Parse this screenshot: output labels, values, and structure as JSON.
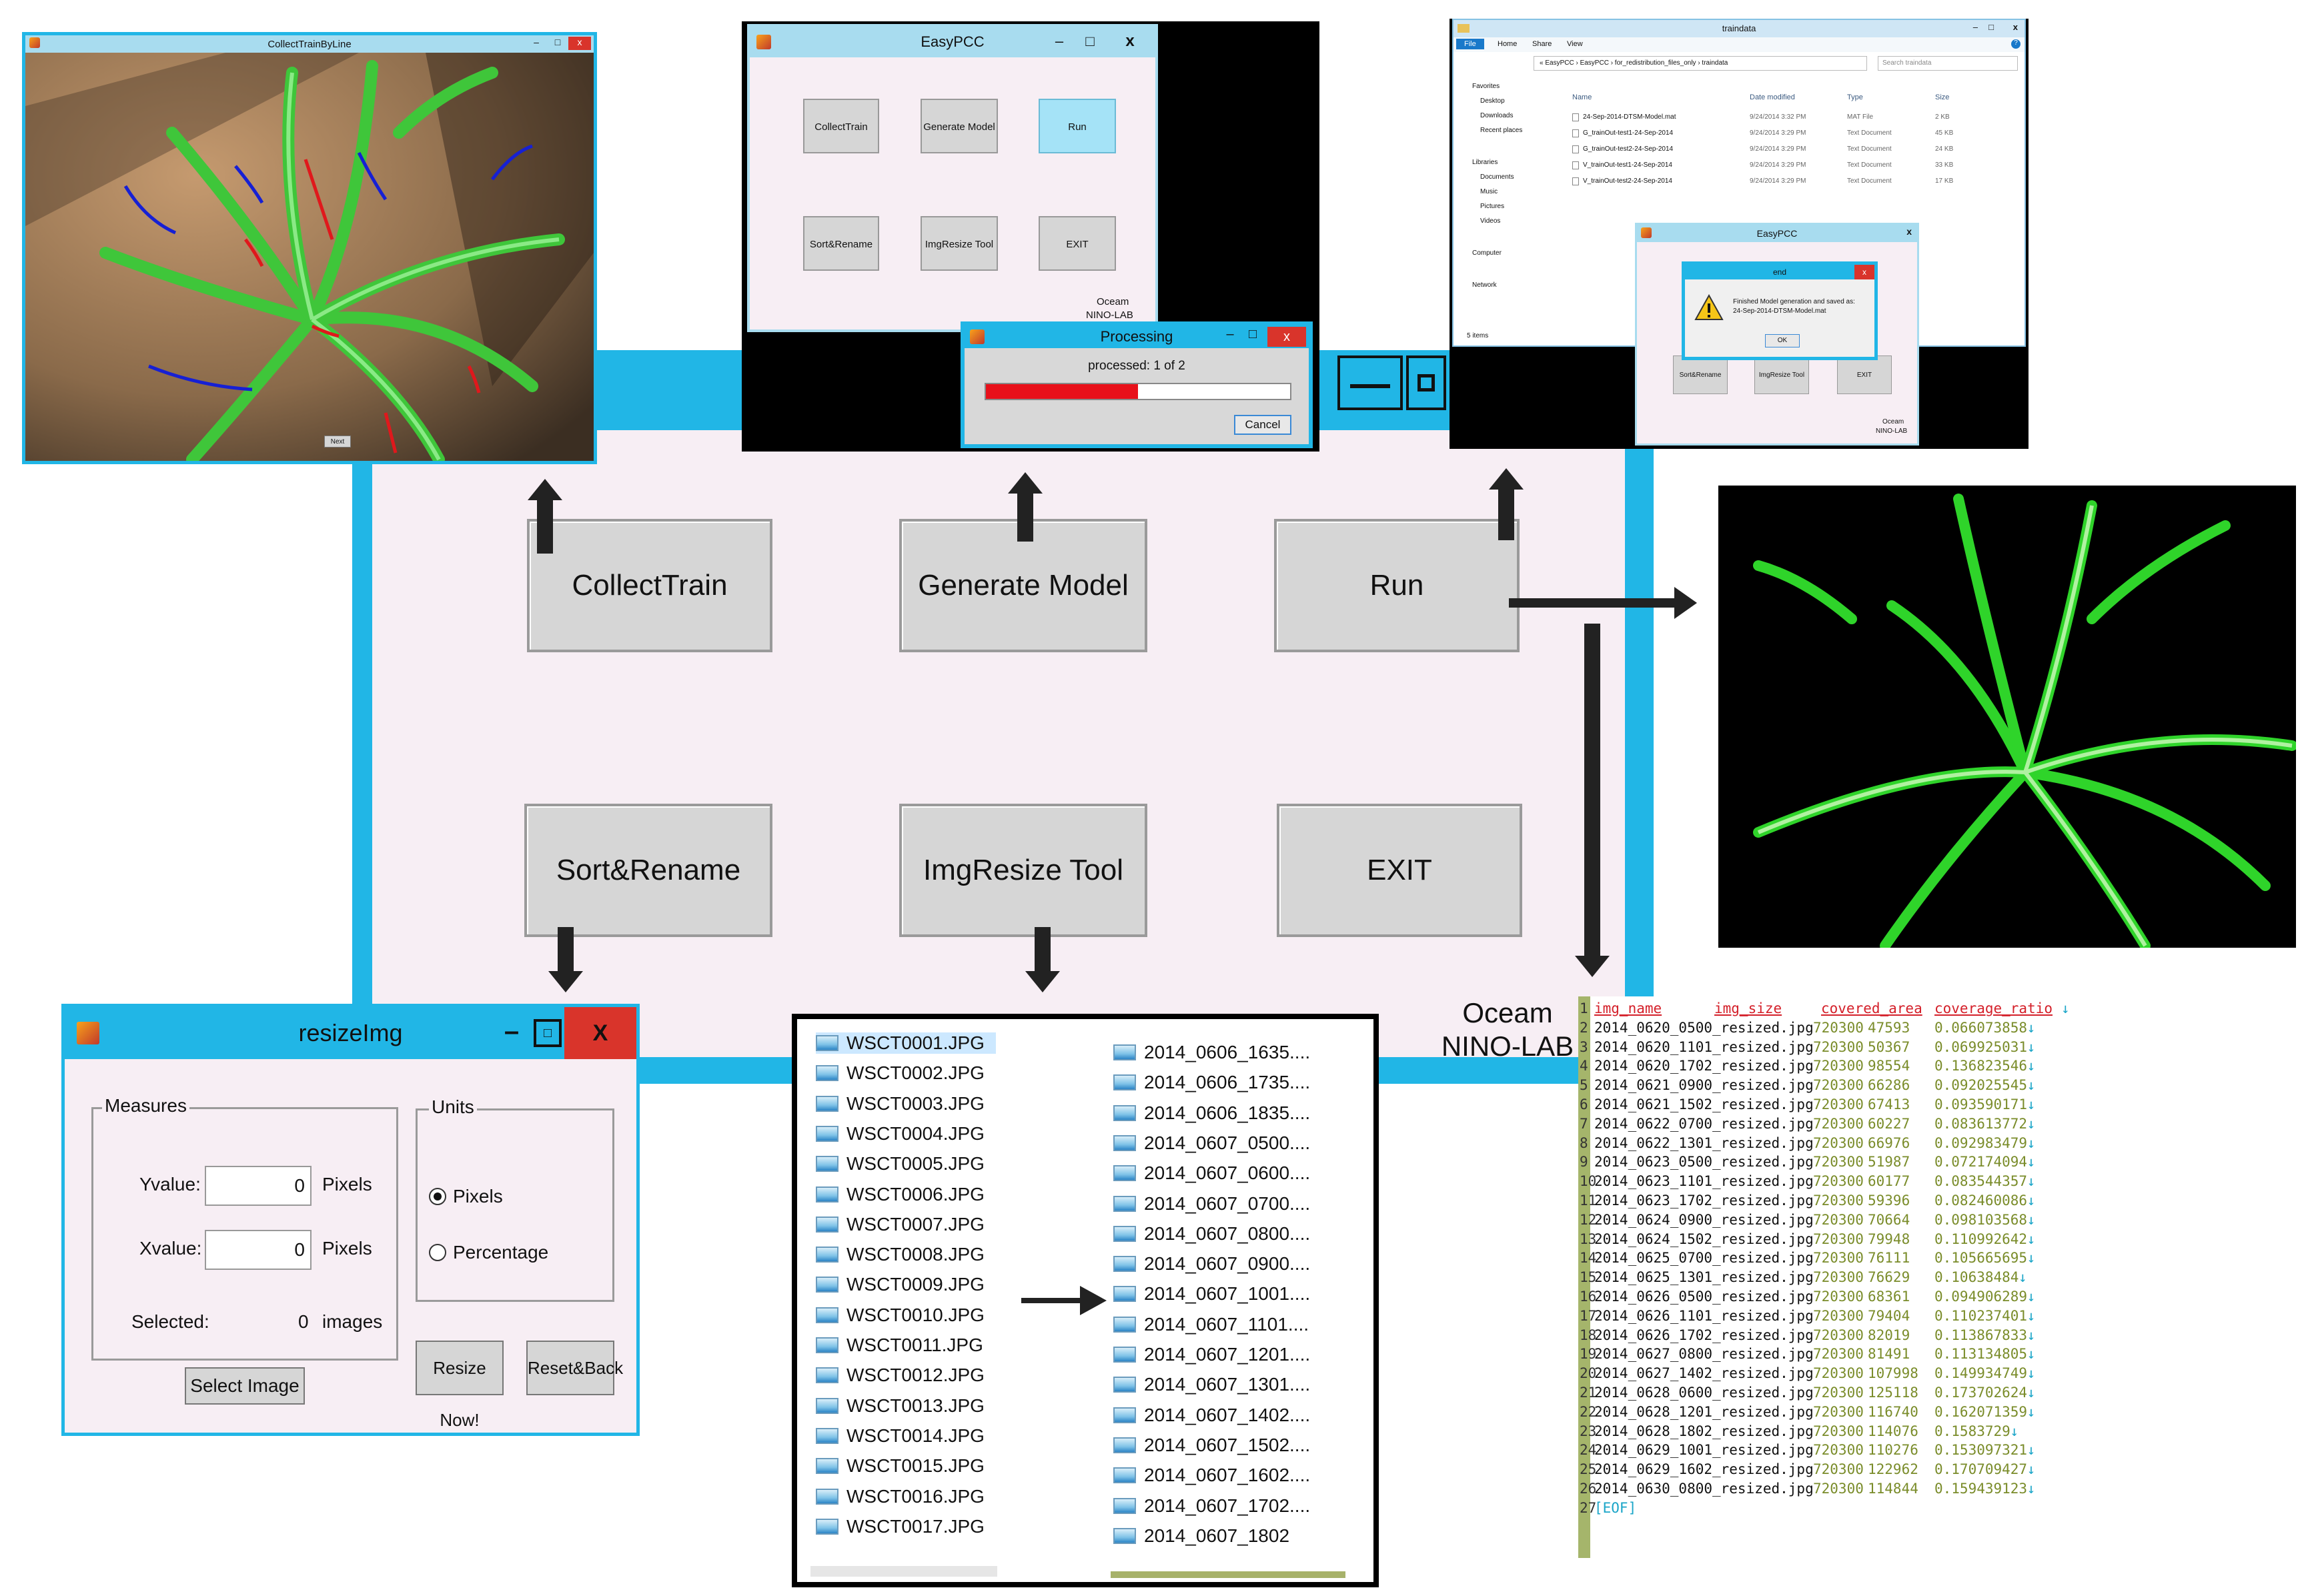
{
  "main_window": {
    "buttons": [
      "CollectTrain",
      "Generate Model",
      "Run",
      "Sort&Rename",
      "ImgResize Tool",
      "EXIT"
    ],
    "credit_line1": "Oceam",
    "credit_line2": "NINO-LAB",
    "minimize_symbol": "—"
  },
  "collect_train_window": {
    "title": "CollectTrainByLine",
    "next_label": "Next"
  },
  "easypcc_window": {
    "title": "EasyPCC",
    "buttons": [
      "CollectTrain",
      "Generate Model",
      "Run",
      "Sort&Rename",
      "ImgResize Tool",
      "EXIT"
    ],
    "credit_line1": "Oceam",
    "credit_line2": "NINO-LAB",
    "close_symbol": "x"
  },
  "processing_dialog": {
    "title": "Processing",
    "status": "processed: 1 of 2",
    "progress": 0.5,
    "cancel_label": "Cancel"
  },
  "explorer_window": {
    "title": "traindata",
    "ribbon_tabs": [
      "File",
      "Home",
      "Share",
      "View"
    ],
    "path": "« EasyPCC › EasyPCC › for_redistribution_files_only › traindata",
    "search_placeholder": "Search traindata",
    "nav_items": [
      "Favorites",
      "Desktop",
      "Downloads",
      "Recent places",
      "Libraries",
      "Documents",
      "Music",
      "Pictures",
      "Videos",
      "Computer",
      "Network"
    ],
    "columns": [
      "Name",
      "Date modified",
      "Type",
      "Size"
    ],
    "files": [
      {
        "name": "24-Sep-2014-DTSM-Model.mat",
        "date": "9/24/2014 3:32 PM",
        "type": "MAT File",
        "size": "2 KB"
      },
      {
        "name": "G_trainOut-test1-24-Sep-2014",
        "date": "9/24/2014 3:29 PM",
        "type": "Text Document",
        "size": "45 KB"
      },
      {
        "name": "G_trainOut-test2-24-Sep-2014",
        "date": "9/24/2014 3:29 PM",
        "type": "Text Document",
        "size": "24 KB"
      },
      {
        "name": "V_trainOut-test1-24-Sep-2014",
        "date": "9/24/2014 3:29 PM",
        "type": "Text Document",
        "size": "33 KB"
      },
      {
        "name": "V_trainOut-test2-24-Sep-2014",
        "date": "9/24/2014 3:29 PM",
        "type": "Text Document",
        "size": "17 KB"
      }
    ],
    "item_count": "5 items",
    "inner_easypcc_title": "EasyPCC",
    "inner_buttons": [
      "Sort&Rename",
      "ImgResize Tool",
      "EXIT"
    ],
    "inner_credit1": "Oceam",
    "inner_credit2": "NINO-LAB",
    "end_dialog_title": "end",
    "end_message_line1": "Finished Model generation and saved as:",
    "end_message_line2": "24-Sep-2014-DTSM-Model.mat",
    "ok_label": "OK"
  },
  "resize_window": {
    "title": "resizeImg",
    "measures_label": "Measures",
    "units_label": "Units",
    "yvalue_label": "Yvalue:",
    "xvalue_label": "Xvalue:",
    "yvalue": "0",
    "xvalue": "0",
    "pixels_unit": "Pixels",
    "selected_label": "Selected:",
    "selected_count": "0",
    "images_label": "images",
    "radio_pixels": "Pixels",
    "radio_percentage": "Percentage",
    "select_image_label": "Select Image",
    "resize_now_label": "Resize Now!",
    "reset_back_label": "Reset&Back",
    "close_symbol": "X"
  },
  "file_rename": {
    "before": [
      "WSCT0001.JPG",
      "WSCT0002.JPG",
      "WSCT0003.JPG",
      "WSCT0004.JPG",
      "WSCT0005.JPG",
      "WSCT0006.JPG",
      "WSCT0007.JPG",
      "WSCT0008.JPG",
      "WSCT0009.JPG",
      "WSCT0010.JPG",
      "WSCT0011.JPG",
      "WSCT0012.JPG",
      "WSCT0013.JPG",
      "WSCT0014.JPG",
      "WSCT0015.JPG",
      "WSCT0016.JPG",
      "WSCT0017.JPG"
    ],
    "after": [
      "2014_0606_1635....",
      "2014_0606_1735....",
      "2014_0606_1835....",
      "2014_0607_0500....",
      "2014_0607_0600....",
      "2014_0607_0700....",
      "2014_0607_0800....",
      "2014_0607_0900....",
      "2014_0607_1001....",
      "2014_0607_1101....",
      "2014_0607_1201....",
      "2014_0607_1301....",
      "2014_0607_1402....",
      "2014_0607_1502....",
      "2014_0607_1602....",
      "2014_0607_1702....",
      "2014_0607_1802"
    ]
  },
  "result_table": {
    "headers": [
      "img_name",
      "img_size",
      "covered_area",
      "coverage_ratio"
    ],
    "rows": [
      [
        "2014_0620_0500_resized.jpg",
        "720300",
        "47593",
        "0.066073858"
      ],
      [
        "2014_0620_1101_resized.jpg",
        "720300",
        "50367",
        "0.069925031"
      ],
      [
        "2014_0620_1702_resized.jpg",
        "720300",
        "98554",
        "0.136823546"
      ],
      [
        "2014_0621_0900_resized.jpg",
        "720300",
        "66286",
        "0.092025545"
      ],
      [
        "2014_0621_1502_resized.jpg",
        "720300",
        "67413",
        "0.093590171"
      ],
      [
        "2014_0622_0700_resized.jpg",
        "720300",
        "60227",
        "0.083613772"
      ],
      [
        "2014_0622_1301_resized.jpg",
        "720300",
        "66976",
        "0.092983479"
      ],
      [
        "2014_0623_0500_resized.jpg",
        "720300",
        "51987",
        "0.072174094"
      ],
      [
        "2014_0623_1101_resized.jpg",
        "720300",
        "60177",
        "0.083544357"
      ],
      [
        "2014_0623_1702_resized.jpg",
        "720300",
        "59396",
        "0.082460086"
      ],
      [
        "2014_0624_0900_resized.jpg",
        "720300",
        "70664",
        "0.098103568"
      ],
      [
        "2014_0624_1502_resized.jpg",
        "720300",
        "79948",
        "0.110992642"
      ],
      [
        "2014_0625_0700_resized.jpg",
        "720300",
        "76111",
        "0.105665695"
      ],
      [
        "2014_0625_1301_resized.jpg",
        "720300",
        "76629",
        "0.10638484"
      ],
      [
        "2014_0626_0500_resized.jpg",
        "720300",
        "68361",
        "0.094906289"
      ],
      [
        "2014_0626_1101_resized.jpg",
        "720300",
        "79404",
        "0.110237401"
      ],
      [
        "2014_0626_1702_resized.jpg",
        "720300",
        "82019",
        "0.113867833"
      ],
      [
        "2014_0627_0800_resized.jpg",
        "720300",
        "81491",
        "0.113134805"
      ],
      [
        "2014_0627_1402_resized.jpg",
        "720300",
        "107998",
        "0.149934749"
      ],
      [
        "2014_0628_0600_resized.jpg",
        "720300",
        "125118",
        "0.173702624"
      ],
      [
        "2014_0628_1201_resized.jpg",
        "720300",
        "116740",
        "0.162071359"
      ],
      [
        "2014_0628_1802_resized.jpg",
        "720300",
        "114076",
        "0.1583729"
      ],
      [
        "2014_0629_1001_resized.jpg",
        "720300",
        "110276",
        "0.153097321"
      ],
      [
        "2014_0629_1602_resized.jpg",
        "720300",
        "122962",
        "0.170709427"
      ],
      [
        "2014_0630_0800_resized.jpg",
        "720300",
        "114844",
        "0.159439123"
      ]
    ],
    "eof": "[EOF]",
    "row_marker": "↓"
  },
  "colors": {
    "matlab_blue": "#21b6e6",
    "panel_bg": "#f7eef4",
    "close_red": "#d9342b",
    "progress_red": "#e8101a",
    "table_header_red": "#d4202a",
    "table_marker_cyan": "#1aa5c8",
    "table_number_green": "#7a8c2a"
  }
}
